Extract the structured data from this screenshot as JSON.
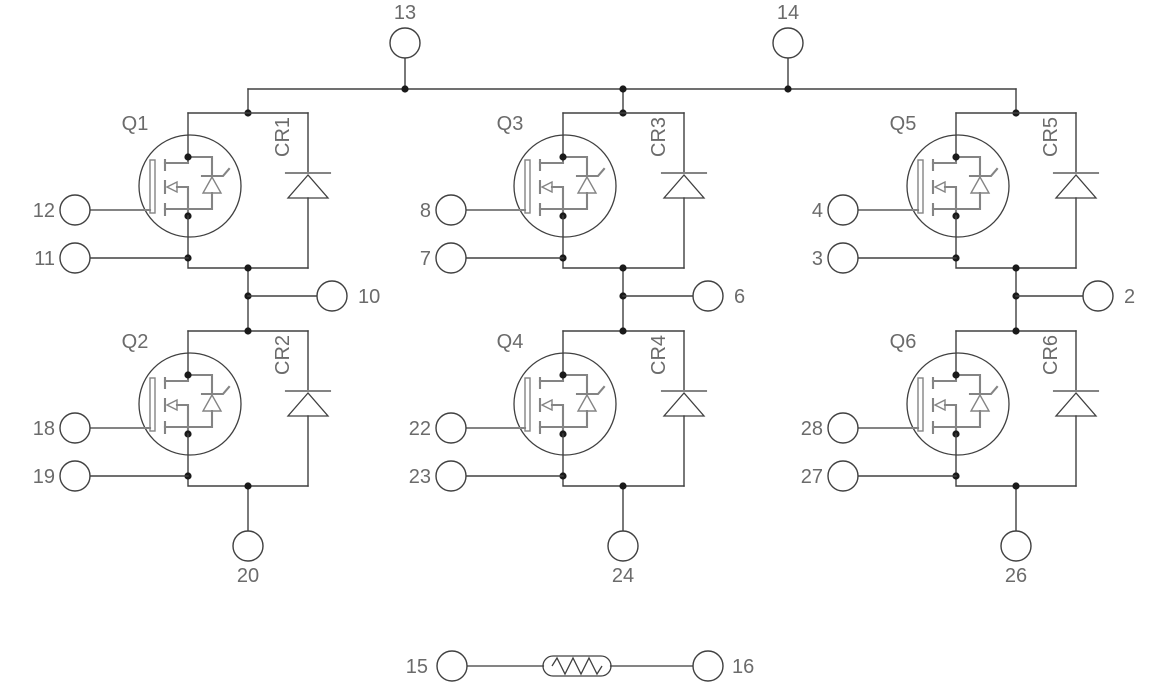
{
  "colors": {
    "wire": "#404040",
    "inner": "#848484",
    "text": "#6b6b6b",
    "dot": "#1a1a1a",
    "bg": "#ffffff"
  },
  "top_pins": [
    "13",
    "14"
  ],
  "columns": [
    {
      "phase_pin": "10",
      "bottom_pin": "20",
      "high": {
        "q": "Q1",
        "cr": "CR1",
        "gate_pin": "12",
        "source_pin": "11"
      },
      "low": {
        "q": "Q2",
        "cr": "CR2",
        "gate_pin": "18",
        "source_pin": "19"
      }
    },
    {
      "phase_pin": "6",
      "bottom_pin": "24",
      "high": {
        "q": "Q3",
        "cr": "CR3",
        "gate_pin": "8",
        "source_pin": "7"
      },
      "low": {
        "q": "Q4",
        "cr": "CR4",
        "gate_pin": "22",
        "source_pin": "23"
      }
    },
    {
      "phase_pin": "2",
      "bottom_pin": "26",
      "high": {
        "q": "Q5",
        "cr": "CR5",
        "gate_pin": "4",
        "source_pin": "3"
      },
      "low": {
        "q": "Q6",
        "cr": "CR6",
        "gate_pin": "28",
        "source_pin": "27"
      }
    }
  ],
  "thermistor": {
    "left_pin": "15",
    "right_pin": "16"
  }
}
